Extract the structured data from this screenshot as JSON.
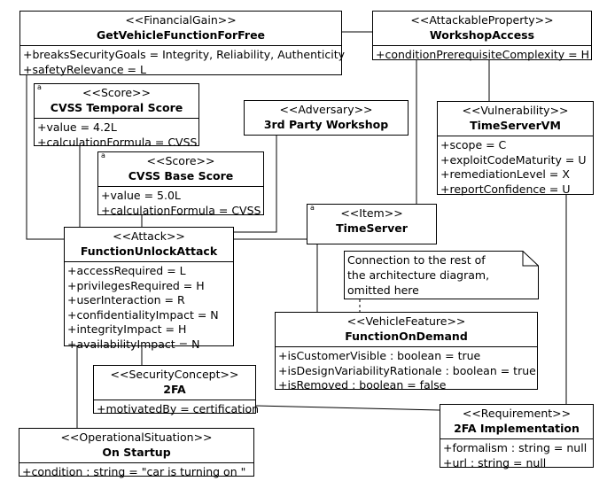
{
  "boxes": {
    "financial_gain": {
      "stereotype": "<<FinancialGain>>",
      "name": "GetVehicleFunctionForFree",
      "attributes": [
        "+breaksSecurityGoals = Integrity, Reliability, Authenticity",
        "+safetyRelevance = L"
      ]
    },
    "attackable_property": {
      "stereotype": "<<AttackableProperty>>",
      "name": "WorkshopAccess",
      "attributes": [
        "+conditionPrerequisiteComplexity = H"
      ]
    },
    "cvss_temporal": {
      "marker": "a",
      "stereotype": "<<Score>>",
      "name": "CVSS Temporal Score",
      "attributes": [
        "+value = 4.2L",
        "+calculationFormula = CVSS"
      ]
    },
    "adversary": {
      "stereotype": "<<Adversary>>",
      "name": "3rd Party Workshop"
    },
    "vulnerability": {
      "stereotype": "<<Vulnerability>>",
      "name": "TimeServerVM",
      "attributes": [
        "+scope = C",
        "+exploitCodeMaturity = U",
        "+remediationLevel = X",
        "+reportConfidence = U"
      ]
    },
    "cvss_base": {
      "marker": "a",
      "stereotype": "<<Score>>",
      "name": "CVSS Base Score",
      "attributes": [
        "+value = 5.0L",
        "+calculationFormula = CVSS"
      ]
    },
    "item": {
      "marker": "a",
      "stereotype": "<<Item>>",
      "name": "TimeServer"
    },
    "attack": {
      "stereotype": "<<Attack>>",
      "name": "FunctionUnlockAttack",
      "attributes": [
        "+accessRequired = L",
        "+privilegesRequired = H",
        "+userInteraction = R",
        "+confidentialityImpact = N",
        "+integrityImpact = H",
        "+availabilityImpact = N"
      ]
    },
    "vehicle_feature": {
      "stereotype": "<<VehicleFeature>>",
      "name": "FunctionOnDemand",
      "attributes": [
        "+isCustomerVisible : boolean = true",
        "+isDesignVariabilityRationale : boolean = true",
        "+isRemoved : boolean = false"
      ]
    },
    "security_concept": {
      "stereotype": "<<SecurityConcept>>",
      "name": "2FA",
      "attributes": [
        "+motivatedBy = certification"
      ]
    },
    "requirement": {
      "stereotype": "<<Requirement>>",
      "name": "2FA Implementation",
      "attributes": [
        "+formalism : string = null",
        "+url : string = null"
      ]
    },
    "operational_situation": {
      "stereotype": "<<OperationalSituation>>",
      "name": "On Startup",
      "attributes": [
        "+condition : string = \"car is turning on \""
      ]
    }
  },
  "note": {
    "lines": [
      "Connection to the rest of",
      "the architecture diagram,",
      "omitted here"
    ]
  }
}
